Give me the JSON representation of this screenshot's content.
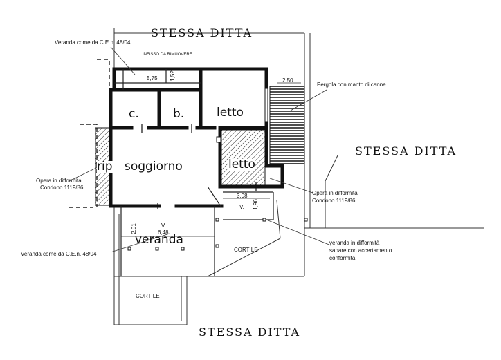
{
  "labels": {
    "stessa_ditta_top": "STESSA DITTA",
    "stessa_ditta_right": "STESSA DITTA",
    "stessa_ditta_bottom": "STESSA DITTA",
    "veranda_top_note": "Veranda come da C.E.n. 48/04",
    "infisso_note": "INFISSO DA RIMUOVERE",
    "pergola_note": "Pergola con manto di canne",
    "opera_left_line1": "Opera in difformita'",
    "opera_left_line2": "Condono 1119/86",
    "opera_right_line1": "Opera in difformita'",
    "opera_right_line2": "Condono 1119/86",
    "veranda_bottom_note": "Veranda come da C.E.n. 48/04",
    "veranda_sanare_line1": "veranda in difformità",
    "veranda_sanare_line2": "sanare con accertamento",
    "veranda_sanare_line3": "conformità"
  },
  "rooms": {
    "c": "c.",
    "b": "b.",
    "letto_top": "letto",
    "soggiorno": "soggiorno",
    "letto_hatched": "letto",
    "rip": "rip",
    "veranda": "veranda",
    "cortile_right": "CORTILE",
    "cortile_bottom": "CORTILE"
  },
  "dimensions": {
    "d575": "5,75",
    "d152": "1,52",
    "d250": "2,50",
    "d308": "3,08",
    "d196": "1,96",
    "d648": "6,48",
    "d291": "2,91",
    "v1": "V.",
    "v2": "V."
  }
}
